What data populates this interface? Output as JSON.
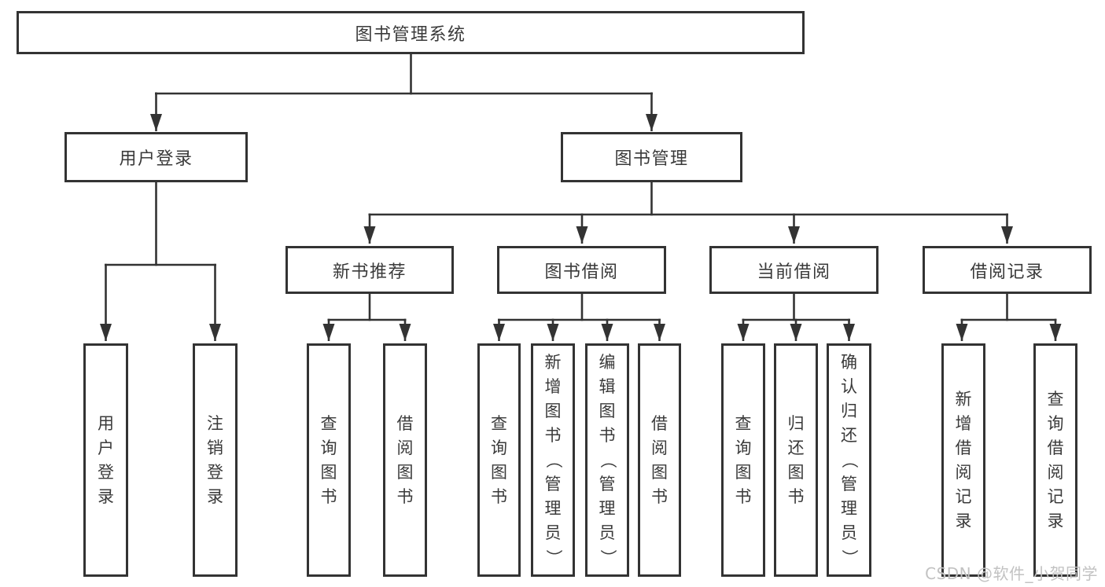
{
  "colors": {
    "line": "#333333",
    "box_border": "#333333",
    "text": "#3a3a3a",
    "background": "#ffffff",
    "watermark": "#c2c2c2"
  },
  "diagram": {
    "root_label": "图书管理系统",
    "level1": {
      "user_login": "用户登录",
      "book_mgmt": "图书管理"
    },
    "level2": {
      "new_book_rec": "新书推荐",
      "book_borrow": "图书借阅",
      "current_borrow": "当前借阅",
      "borrow_records": "借阅记录"
    },
    "leaves": {
      "user_login": "用户登录",
      "logout": "注销登录",
      "nb_query": "查询图书",
      "nb_borrow": "借阅图书",
      "bb_query": "查询图书",
      "bb_add": "新增图书（管理员）",
      "bb_edit": "编辑图书（管理员）",
      "bb_borrow": "借阅图书",
      "cb_query": "查询图书",
      "cb_return": "归还图书",
      "cb_confirm": "确认归还（管理员）",
      "br_add": "新增借阅记录",
      "br_query": "查询借阅记录"
    }
  },
  "watermark": {
    "text": "CSDN @软件_小贺同学"
  }
}
